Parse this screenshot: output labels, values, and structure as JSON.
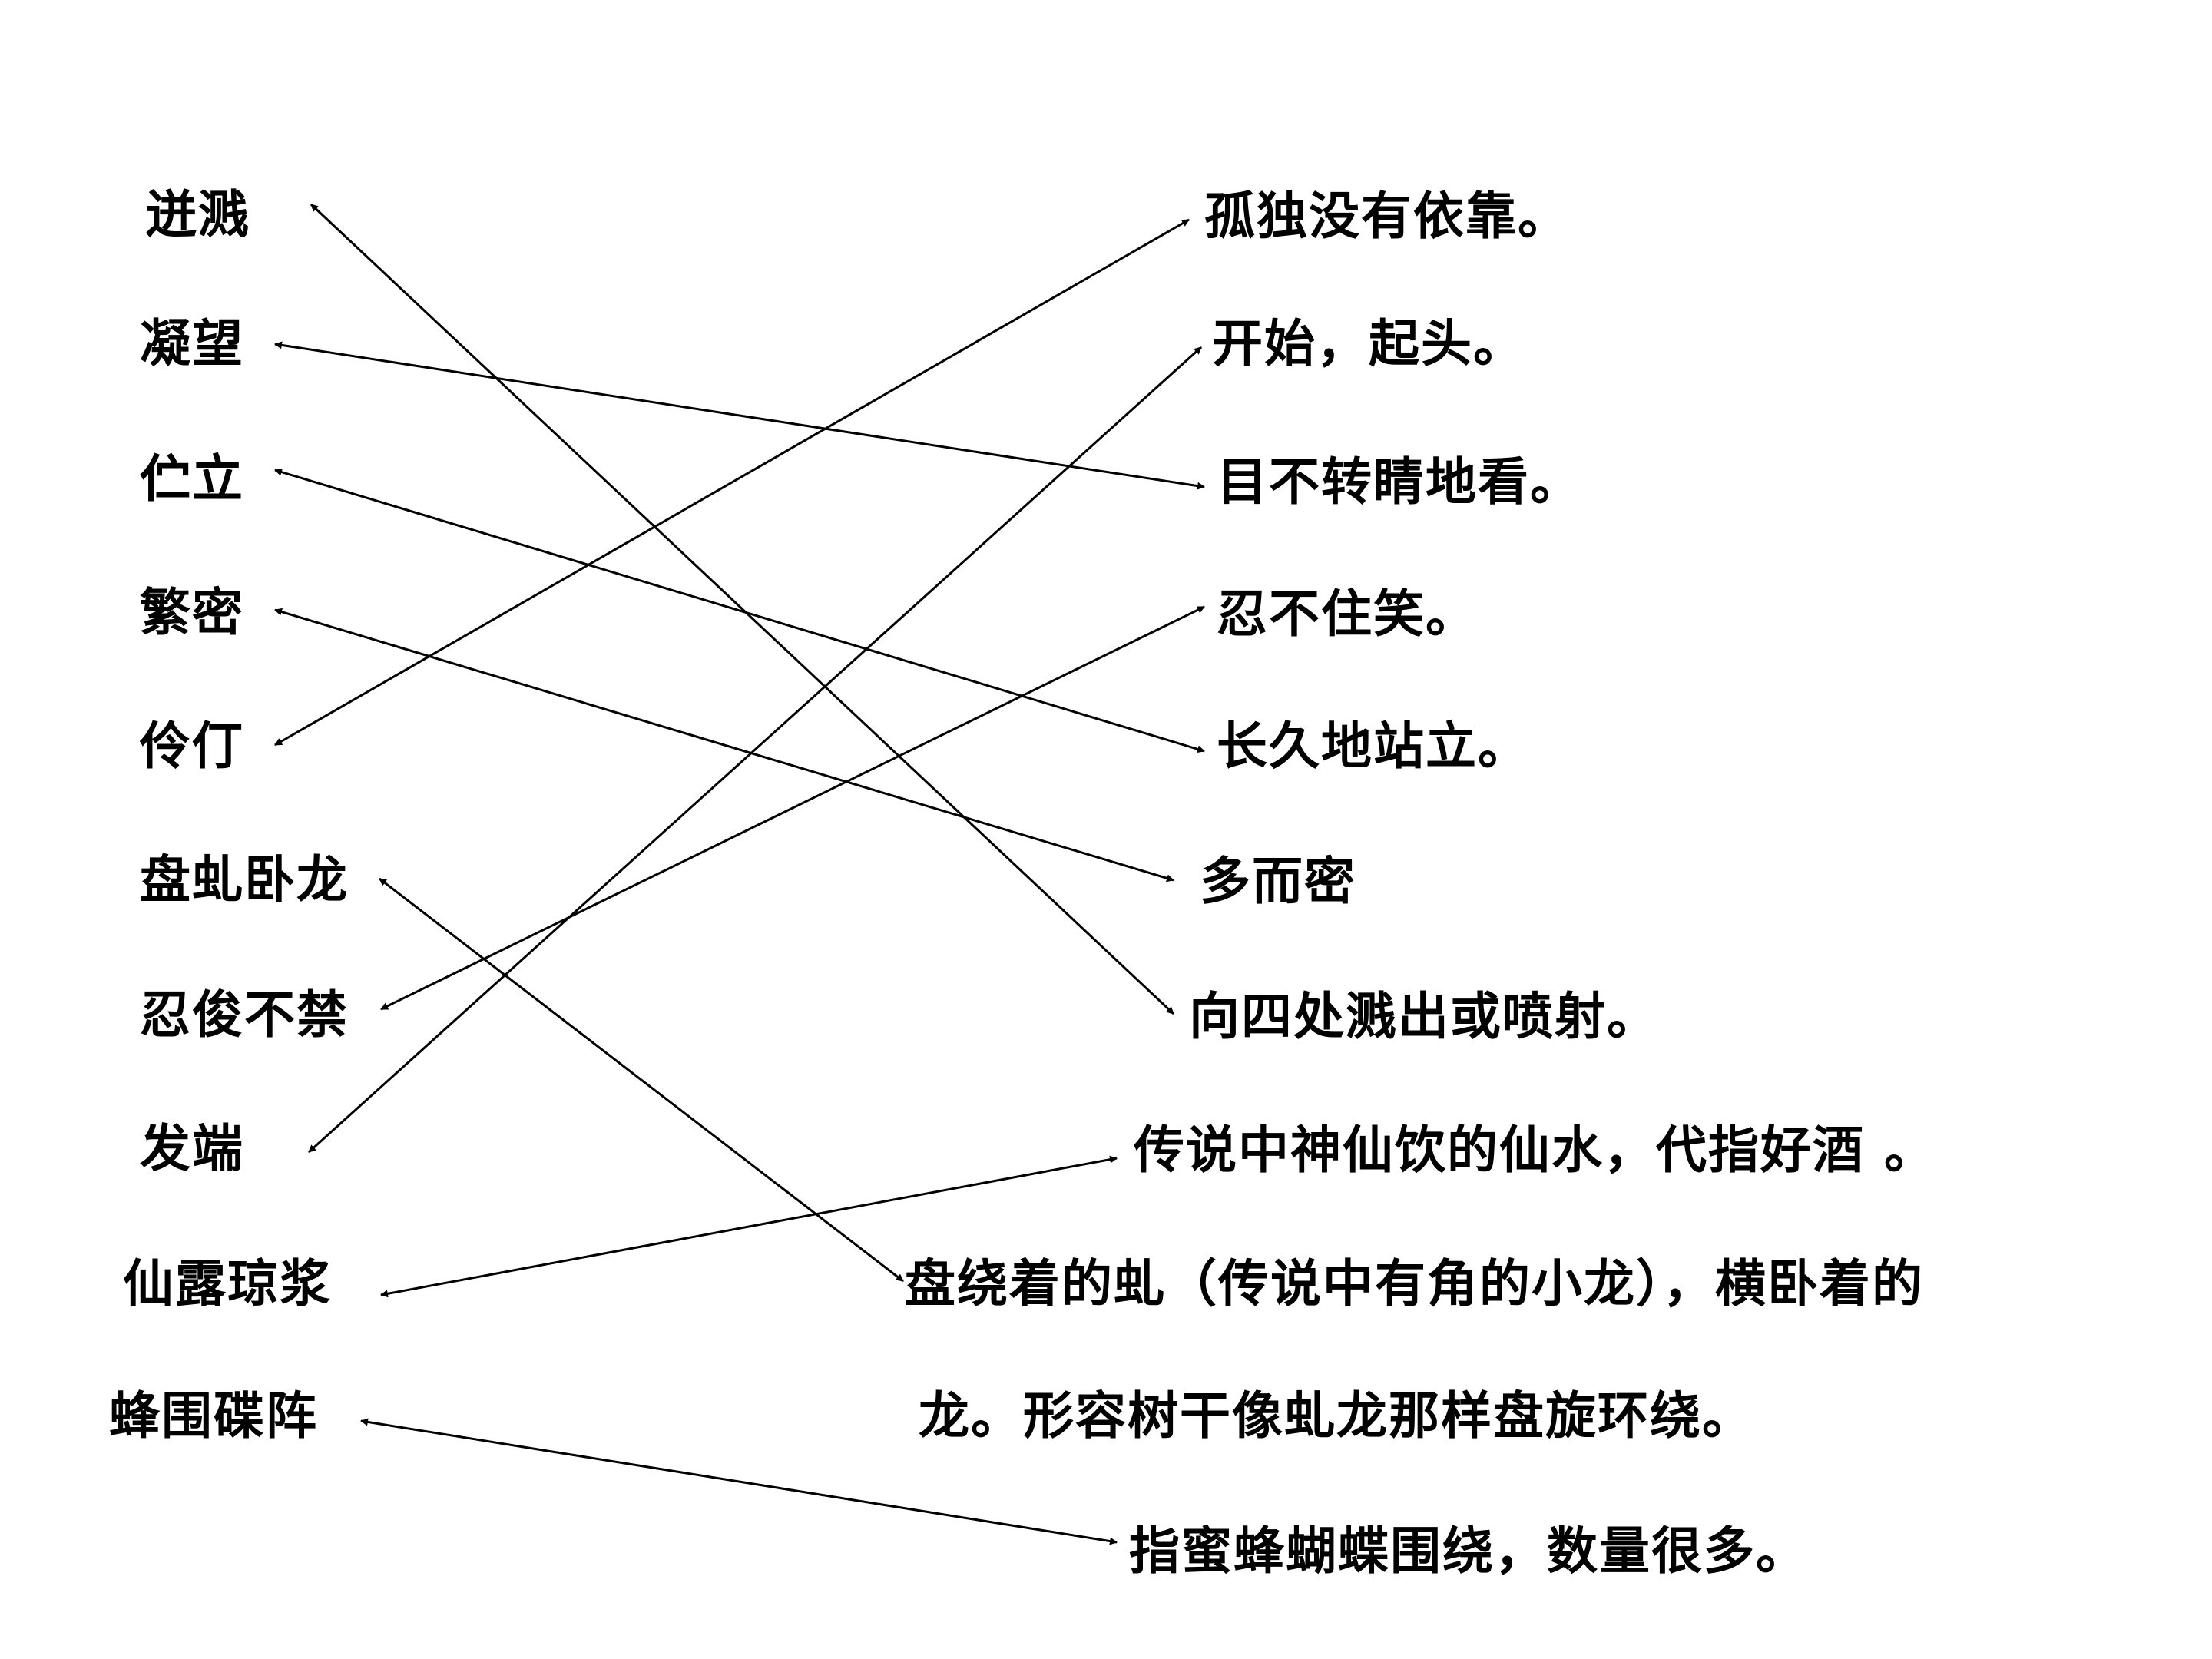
{
  "terms": [
    "迸溅",
    "凝望",
    "伫立",
    "繁密",
    "伶仃",
    "盘虬卧龙",
    "忍俊不禁",
    "发端",
    "仙露琼浆",
    "蜂围碟阵"
  ],
  "definitions": [
    "孤独没有依靠。",
    "开始，起头。",
    "目不转睛地看。",
    "忍不住笑。",
    "长久地站立。",
    "多而密",
    "向四处溅出或喷射。",
    "传说中神仙饮的仙水，代指好酒 。",
    "盘绕着的虬（传说中有角的小龙），横卧着的",
    "龙。形容树干像虬龙那样盘旋环绕。",
    "指蜜蜂蝴蝶围绕，数量很多。"
  ],
  "matches": [
    {
      "term": "迸溅",
      "definition": "向四处溅出或喷射。"
    },
    {
      "term": "凝望",
      "definition": "目不转睛地看。"
    },
    {
      "term": "伫立",
      "definition": "长久地站立。"
    },
    {
      "term": "繁密",
      "definition": "多而密"
    },
    {
      "term": "伶仃",
      "definition": "孤独没有依靠。"
    },
    {
      "term": "盘虬卧龙",
      "definition": "盘绕着的虬（传说中有角的小龙），横卧着的"
    },
    {
      "term": "忍俊不禁",
      "definition": "忍不住笑。"
    },
    {
      "term": "发端",
      "definition": "开始，起头。"
    },
    {
      "term": "仙露琼浆",
      "definition": "传说中神仙饮的仙水，代指好酒 。"
    },
    {
      "term": "蜂围碟阵",
      "definition": "指蜜蜂蝴蝶围绕，数量很多。"
    }
  ],
  "line_color": "#000000"
}
